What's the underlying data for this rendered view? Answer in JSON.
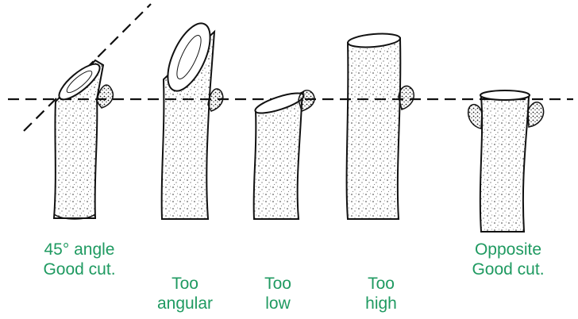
{
  "diagram": {
    "accent_color": "#1f9a61",
    "line_color": "#111111",
    "items": [
      {
        "id": "stem-45",
        "caption": "45° angle\nGood cut."
      },
      {
        "id": "stem-too-angular",
        "caption": "Too\nangular"
      },
      {
        "id": "stem-too-low",
        "caption": "Too\nlow"
      },
      {
        "id": "stem-too-high",
        "caption": "Too\nhigh"
      },
      {
        "id": "stem-opposite",
        "caption": "Opposite\nGood cut."
      }
    ]
  }
}
